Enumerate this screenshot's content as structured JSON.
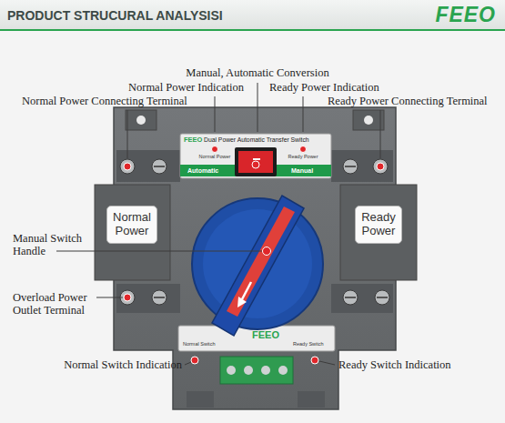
{
  "diagram": {
    "title": "PRODUCT STRUCURAL ANALYSISI",
    "nodes": [
      {
        "text": [
          "Normal Power"
        ]
      },
      {
        "text": [
          "Ready Power"
        ]
      }
    ],
    "labels": [
      "FEEO",
      "Manual, Automatic Conversion",
      "Normal Power Indication",
      "Ready Power Indication",
      "Normal Power Connecting Terminal",
      "Ready Power Connecting Terminal",
      "Manual Switch Handle",
      "Overload Power Outlet Terminal",
      "Normal Switch Indication",
      "Ready Switch Indication",
      "FEEO",
      "Dual Power Automatic Transfer Switch",
      "Normal Power",
      "Ready Power",
      "Automatic",
      "Manual",
      "Normal Switch",
      "FEEO",
      "Ready Switch"
    ]
  }
}
